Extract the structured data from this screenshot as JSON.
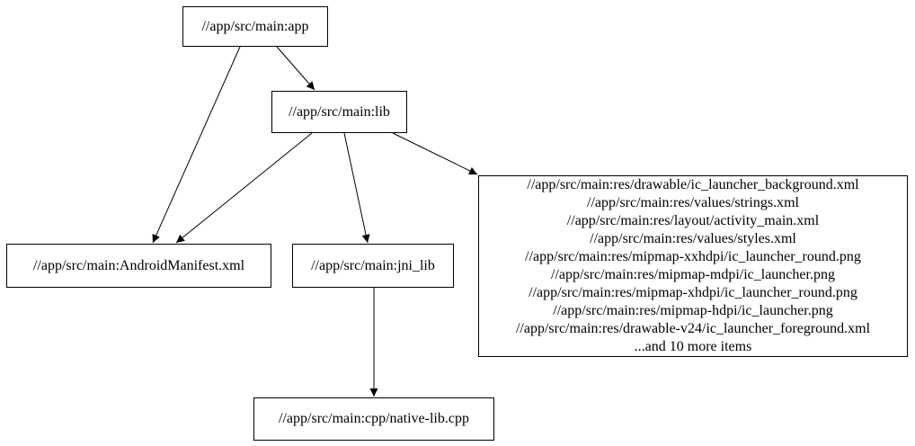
{
  "diagram": {
    "type": "dependency-graph",
    "background_color": "#ffffff",
    "node_border_color": "#000000",
    "edge_color": "#000000",
    "text_color": "#000000",
    "nodes": {
      "app": {
        "label": "//app/src/main:app"
      },
      "lib": {
        "label": "//app/src/main:lib"
      },
      "manifest": {
        "label": "//app/src/main:AndroidManifest.xml"
      },
      "jni_lib": {
        "label": "//app/src/main:jni_lib"
      },
      "resources": {
        "lines": [
          "//app/src/main:res/drawable/ic_launcher_background.xml",
          "//app/src/main:res/values/strings.xml",
          "//app/src/main:res/layout/activity_main.xml",
          "//app/src/main:res/values/styles.xml",
          "//app/src/main:res/mipmap-xxhdpi/ic_launcher_round.png",
          "//app/src/main:res/mipmap-mdpi/ic_launcher.png",
          "//app/src/main:res/mipmap-xhdpi/ic_launcher_round.png",
          "//app/src/main:res/mipmap-hdpi/ic_launcher.png",
          "//app/src/main:res/drawable-v24/ic_launcher_foreground.xml",
          "...and 10 more items"
        ]
      },
      "native_lib": {
        "label": "//app/src/main:cpp/native-lib.cpp"
      }
    },
    "edges": [
      {
        "from": "app",
        "to": "lib"
      },
      {
        "from": "app",
        "to": "manifest"
      },
      {
        "from": "lib",
        "to": "manifest"
      },
      {
        "from": "lib",
        "to": "jni_lib"
      },
      {
        "from": "lib",
        "to": "resources"
      },
      {
        "from": "jni_lib",
        "to": "native_lib"
      }
    ]
  }
}
